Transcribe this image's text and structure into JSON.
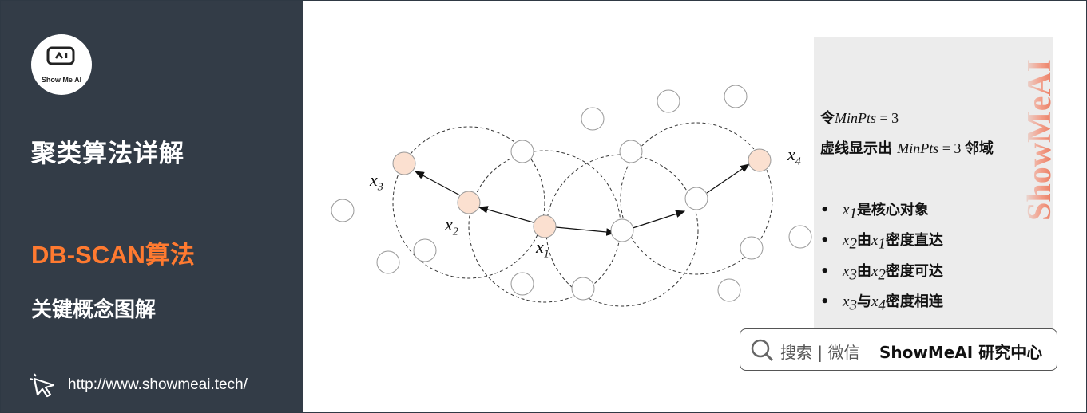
{
  "sidebar": {
    "logo_text": "Show Me AI",
    "title": "聚类算法详解",
    "subtitle": "DB-SCAN算法",
    "subtitle2": "关键概念图解",
    "url": "http://www.showmeai.tech/",
    "accent_color": "#ff7a30",
    "background_color": "#333c47"
  },
  "diagram": {
    "labels": {
      "x1": {
        "base": "x",
        "sub": "1"
      },
      "x2": {
        "base": "x",
        "sub": "2"
      },
      "x3": {
        "base": "x",
        "sub": "3"
      },
      "x4": {
        "base": "x",
        "sub": "4"
      }
    },
    "core_point_color": "#fbe0d0",
    "border_point_color": "#ffffff"
  },
  "notes": {
    "line1_prefix": "令",
    "line1_math": "MinPts",
    "line1_eq": " = 3",
    "line2_prefix": "虚线显示出 ",
    "line2_math": "MinPts",
    "line2_eq": " = 3 ",
    "line2_suffix": "邻域",
    "bullets": [
      {
        "a": "x",
        "a_sub": "1",
        "text": "是核心对象",
        "b": "",
        "b_sub": "",
        "tail": ""
      },
      {
        "a": "x",
        "a_sub": "2",
        "text": "由",
        "b": "x",
        "b_sub": "1",
        "tail": "密度直达"
      },
      {
        "a": "x",
        "a_sub": "3",
        "text": "由",
        "b": "x",
        "b_sub": "2",
        "tail": "密度可达"
      },
      {
        "a": "x",
        "a_sub": "3",
        "text": "与",
        "b": "x",
        "b_sub": "4",
        "tail": "密度相连"
      }
    ],
    "bullet_char": "•"
  },
  "search_box": {
    "text": "搜索 | 微信",
    "brand": "ShowMeAI 研究中心",
    "icon": "search-icon"
  },
  "watermark": "ShowMeAI"
}
